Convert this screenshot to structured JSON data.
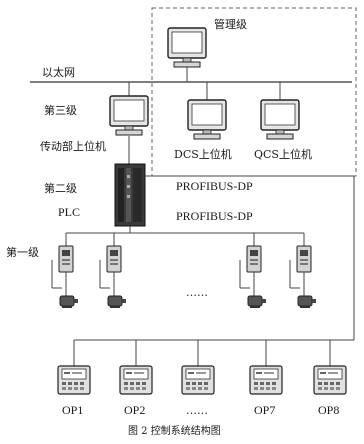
{
  "labels": {
    "management": "管理级",
    "ethernet": "以太网",
    "level3": "第三级",
    "drive_host": "传动部上位机",
    "dcs_host": "DCS上位机",
    "qcs_host": "QCS上位机",
    "level2": "第二级",
    "plc": "PLC",
    "profibus_1": "PROFIBUS-DP",
    "profibus_2": "PROFIBUS-DP",
    "level1": "第一级",
    "drive_ellipsis": "……",
    "op_ellipsis": "……",
    "caption": "图 2  控制系统结构图"
  },
  "operator_panels": [
    "OP1",
    "OP2",
    "OP7",
    "OP8"
  ],
  "icons": {
    "computer": "desktop-computer-icon",
    "plc": "plc-rack-icon",
    "drive": "frequency-converter-icon",
    "motor": "motor-icon",
    "op": "operator-panel-icon"
  }
}
